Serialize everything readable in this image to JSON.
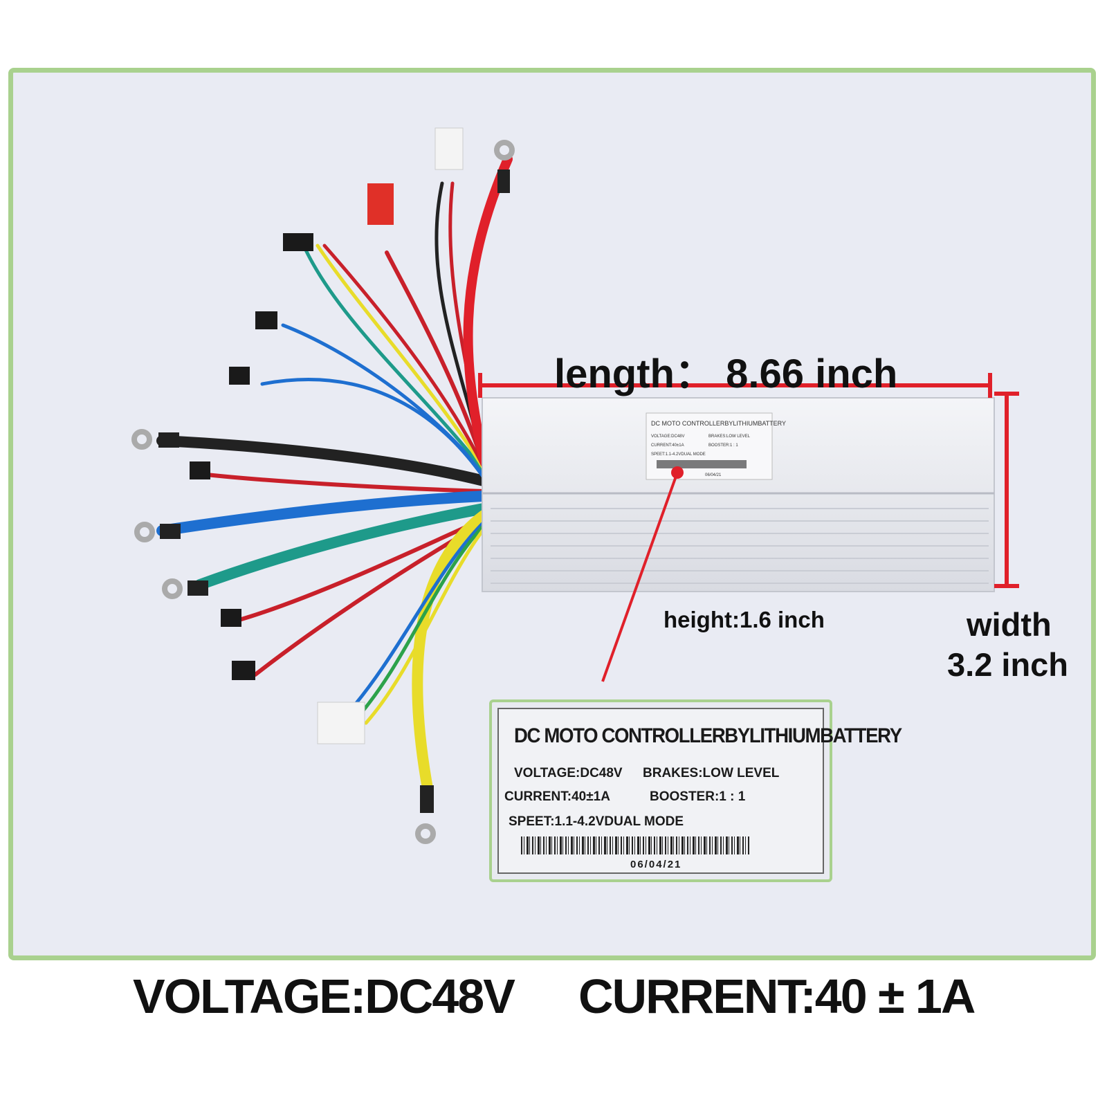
{
  "dimensions": {
    "length": "length：  8.66 inch",
    "height": "height:1.6 inch",
    "width_line1": "width",
    "width_line2": "3.2 inch"
  },
  "controller_label_small": {
    "title": "DC MOTO CONTROLLERBYLITHIUMBATTERY",
    "voltage": "VOLTAGE:DC48V",
    "brakes": "BRAKES:LOW LEVEL",
    "current": "CURRENT:40±1A",
    "booster": "BOOSTER:1 : 1",
    "speet": "SPEET:1.1-4.2VDUAL MODE",
    "date": "06/04/21"
  },
  "controller_label_zoom": {
    "title": "DC MOTO CONTROLLERBYLITHIUMBATTERY",
    "voltage": "VOLTAGE:DC48V",
    "brakes": "BRAKES:LOW LEVEL",
    "current": "CURRENT:40±1A",
    "booster": "BOOSTER:1 : 1",
    "speet": "SPEET:1.1-4.2VDUAL MODE",
    "date": "06/04/21"
  },
  "specs": {
    "voltage": "VOLTAGE:DC48V",
    "current": "CURRENT:40 ± 1A"
  },
  "colors": {
    "frame_border": "#a9d18e",
    "dimension_line": "#e0202a",
    "background": "#e9ebf3"
  }
}
